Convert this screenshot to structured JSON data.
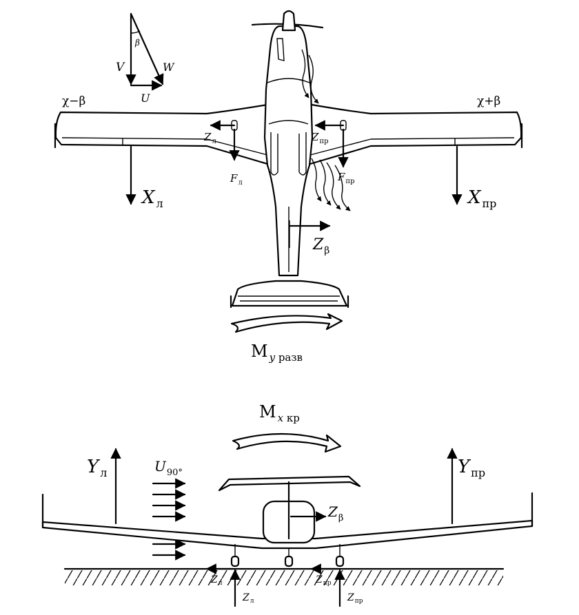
{
  "top_view": {
    "velocity_triangle": {
      "v": "V",
      "w": "W",
      "u": "U",
      "beta": "β"
    },
    "left_sweep": "χ−β",
    "right_sweep": "χ+β",
    "xl": {
      "main": "X",
      "sub": "л"
    },
    "xpr": {
      "main": "X",
      "sub": "пр"
    },
    "zl": {
      "main": "Z",
      "sub": "л"
    },
    "zpr": {
      "main": "Z",
      "sub": "пр"
    },
    "fl": {
      "main": "F",
      "sub": "л"
    },
    "fpr": {
      "main": "F",
      "sub": "пр"
    },
    "zbeta": {
      "main": "Z",
      "sub": "β"
    },
    "moment": {
      "main": "M",
      "sub_italic": "y",
      "sub": " разв"
    }
  },
  "front_view": {
    "moment": {
      "main": "M",
      "sub_italic": "x",
      "sub": " кр"
    },
    "yl": {
      "main": "Y",
      "sub": "л"
    },
    "ypr": {
      "main": "Y",
      "sub": "пр"
    },
    "u90": {
      "main": "U",
      "sub": "90°"
    },
    "zbeta": {
      "main": "Z",
      "sub": "β"
    },
    "gear_zl": {
      "main": "Z",
      "sub": "л"
    },
    "gear_zpr": {
      "main": "Z",
      "sub": "пр"
    },
    "ground_zl": {
      "main": "Z",
      "sub": "л"
    },
    "ground_zpr": {
      "main": "Z",
      "sub": "пр"
    }
  }
}
